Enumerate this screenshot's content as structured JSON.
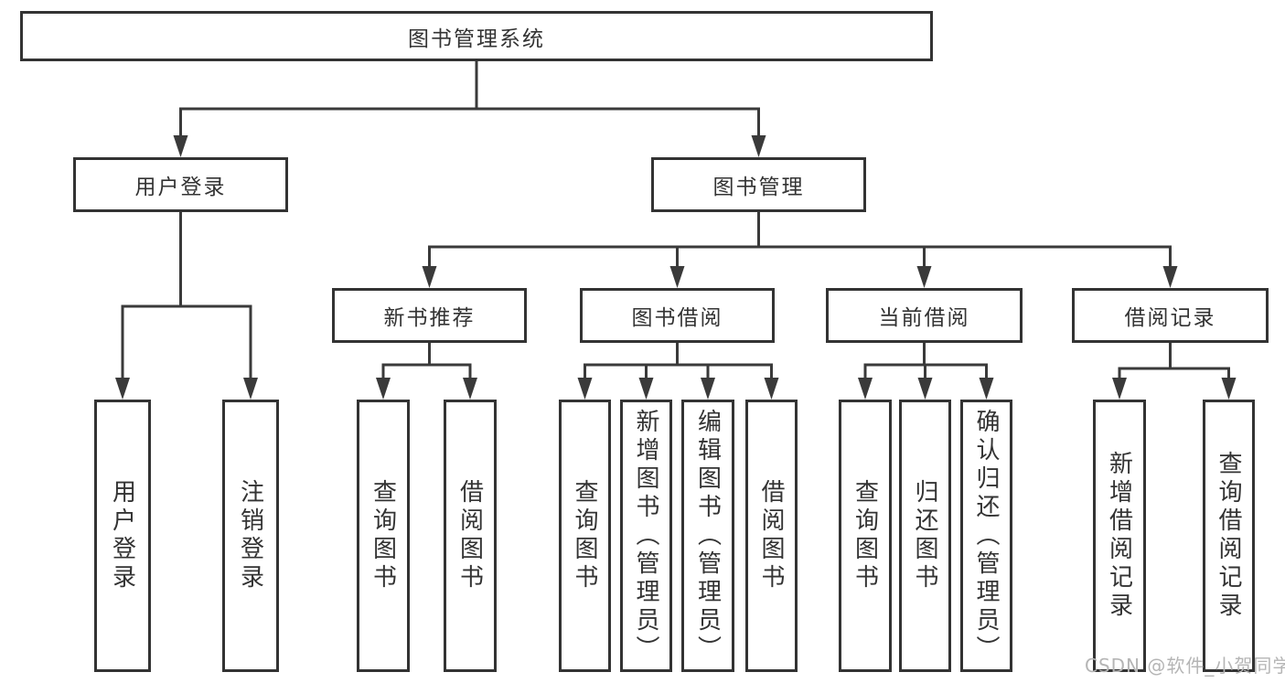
{
  "colors": {
    "line": "#3a3a3a",
    "box_border": "#333333",
    "text": "#333333",
    "watermark": "#b5b5b5",
    "background": "#ffffff"
  },
  "watermark": {
    "text": "CSDN @软件_小贺同学"
  },
  "tree": {
    "root": "图书管理系统",
    "children": [
      {
        "label": "用户登录",
        "children": [
          {
            "label": "用户登录"
          },
          {
            "label": "注销登录"
          }
        ]
      },
      {
        "label": "图书管理",
        "children": [
          {
            "label": "新书推荐",
            "children": [
              {
                "label": "查询图书"
              },
              {
                "label": "借阅图书"
              }
            ]
          },
          {
            "label": "图书借阅",
            "children": [
              {
                "label": "查询图书"
              },
              {
                "label": "新增图书（管理员）"
              },
              {
                "label": "编辑图书（管理员）"
              },
              {
                "label": "借阅图书"
              }
            ]
          },
          {
            "label": "当前借阅",
            "children": [
              {
                "label": "查询图书"
              },
              {
                "label": "归还图书"
              },
              {
                "label": "确认归还（管理员）"
              }
            ]
          },
          {
            "label": "借阅记录",
            "children": [
              {
                "label": "新增借阅记录"
              },
              {
                "label": "查询借阅记录"
              }
            ]
          }
        ]
      }
    ]
  }
}
